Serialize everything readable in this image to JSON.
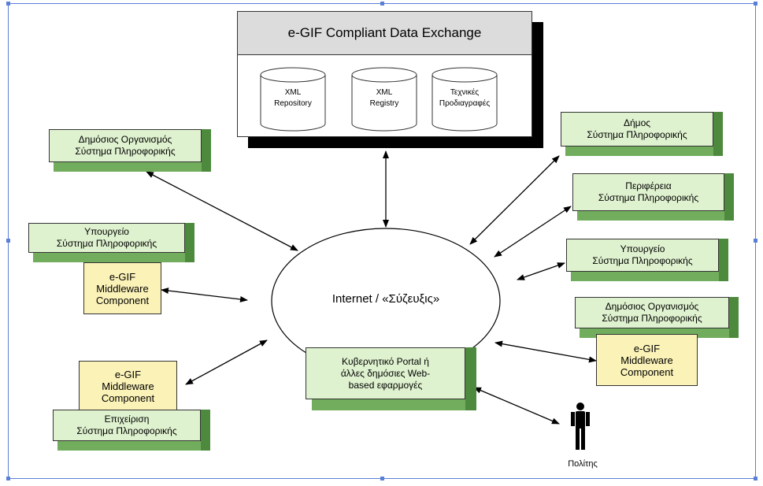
{
  "exchange": {
    "title": "e-GIF Compliant Data Exchange",
    "stores": [
      {
        "line1": "XML",
        "line2": "Repository"
      },
      {
        "line1": "XML",
        "line2": "Registry"
      },
      {
        "line1": "Τεχνικές",
        "line2": "Προδιαγραφές"
      }
    ]
  },
  "hub": {
    "label": "Internet / «Σύζευξις»"
  },
  "left_systems": {
    "public_org": {
      "line1": "Δημόσιος Οργανισμός",
      "line2": "Σύστημα Πληροφορικής"
    },
    "ministry": {
      "line1": "Υπουργείο",
      "line2": "Σύστημα Πληροφορικής"
    },
    "ministry_middleware": {
      "line1": "e-GIF",
      "line2": "Middleware",
      "line3": "Component"
    },
    "enterprise_middleware": {
      "line1": "e-GIF",
      "line2": "Middleware",
      "line3": "Component"
    },
    "enterprise": {
      "line1": "Επιχείριση",
      "line2": "Σύστημα Πληροφορικής"
    }
  },
  "right_systems": {
    "municipality": {
      "line1": "Δήμος",
      "line2": "Σύστημα Πληροφορικής"
    },
    "region": {
      "line1": "Περιφέρεια",
      "line2": "Σύστημα Πληροφορικής"
    },
    "ministry": {
      "line1": "Υπουργείο",
      "line2": "Σύστημα Πληροφορικής"
    },
    "public_org": {
      "line1": "Δημόσιος Οργανισμός",
      "line2": "Σύστημα Πληροφορικής"
    },
    "public_org_middleware": {
      "line1": "e-GIF",
      "line2": "Middleware",
      "line3": "Component"
    }
  },
  "portal": {
    "line1": "Κυβερνητικό Portal ή",
    "line2": "άλλες δημόσιες Web-",
    "line3": "based εφαρμογές"
  },
  "citizen": {
    "label": "Πολίτης"
  },
  "colors": {
    "green_face": "#dff2cf",
    "green_side": "#4d8a3d",
    "yellow_face": "#fbf2b8",
    "frame": "#5a7fd6"
  }
}
